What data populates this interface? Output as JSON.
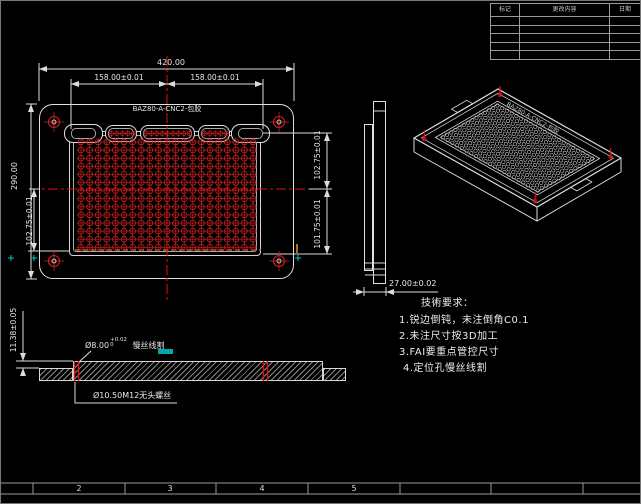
{
  "window": {
    "background": "#000000"
  },
  "colors": {
    "line": "#e6e6e6",
    "dim_text": "#e6e6e6",
    "hole_red": "#d02020",
    "centerline_red": "#e01010",
    "orange": "#b8641e",
    "cyan": "#00c8c8",
    "hatch_gray": "#8c8c8c"
  },
  "front_view": {
    "label": "BAZ80-A-CNC2-包胶",
    "grid": {
      "cols": 21,
      "rows": 14
    },
    "slots": [
      {
        "holes": 5
      },
      {
        "holes": 9
      },
      {
        "holes": 5
      }
    ],
    "corner_holes": 4
  },
  "iso_view": {
    "label": "BAZ80-A-CNC2-包胶",
    "grid": {
      "cols": 21,
      "rows": 14
    },
    "corner_holes": 4
  },
  "dimensions": {
    "overall_width": "420.00",
    "pitch_left": "158.00±0.01",
    "pitch_right": "158.00±0.01",
    "overall_height": "290.00",
    "left_lower_half": "102.75±0.01",
    "right_upper_half": "102.75±0.01",
    "right_lower_half": "101.75±0.01",
    "thickness": "27.00±0.02",
    "step_height": "11.38±0.05",
    "hole_callout": {
      "prefix": "Ø8.00",
      "tol_upper": "+0.02",
      "tol_lower": "0",
      "suffix": "慢丝线割"
    },
    "screw_callout": "Ø10.50M12无头螺丝"
  },
  "tech_requirements": {
    "title": "技術要求：",
    "items": [
      "1.锐边倒钝，未注倒角C0.1",
      "2.未注尺寸按3D加工",
      "3.FAI要重点管控尺寸",
      "4.定位孔慢丝线割"
    ]
  },
  "revision_table": {
    "headers": [
      "标记",
      "更改内容",
      "日期"
    ],
    "rows": 5
  },
  "frame": {
    "zones": [
      "2",
      "3",
      "4",
      "5"
    ]
  }
}
